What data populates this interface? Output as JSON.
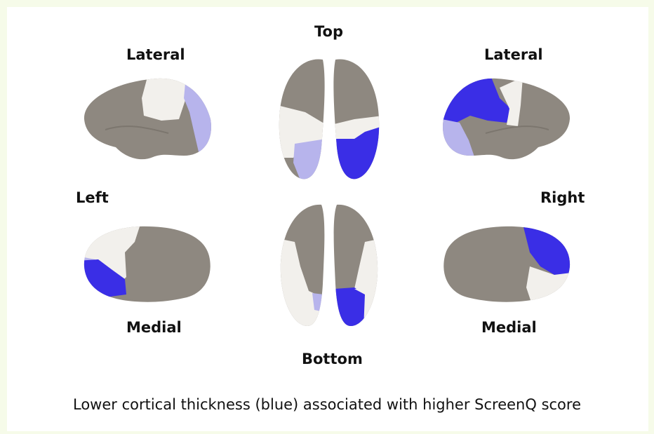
{
  "labels": {
    "top": "Top",
    "bottom": "Bottom",
    "left": "Left",
    "right": "Right",
    "lateral_left": "Lateral",
    "lateral_right": "Lateral",
    "medial_left": "Medial",
    "medial_right": "Medial"
  },
  "caption": "Lower cortical thickness (blue) associated with higher ScreenQ score",
  "colors": {
    "cortex": "#8e8880",
    "white_region": "#f2f0ec",
    "light_blue_region": "#b7b4ec",
    "blue_region": "#3a2ee6",
    "background": "#f6fbe9"
  }
}
